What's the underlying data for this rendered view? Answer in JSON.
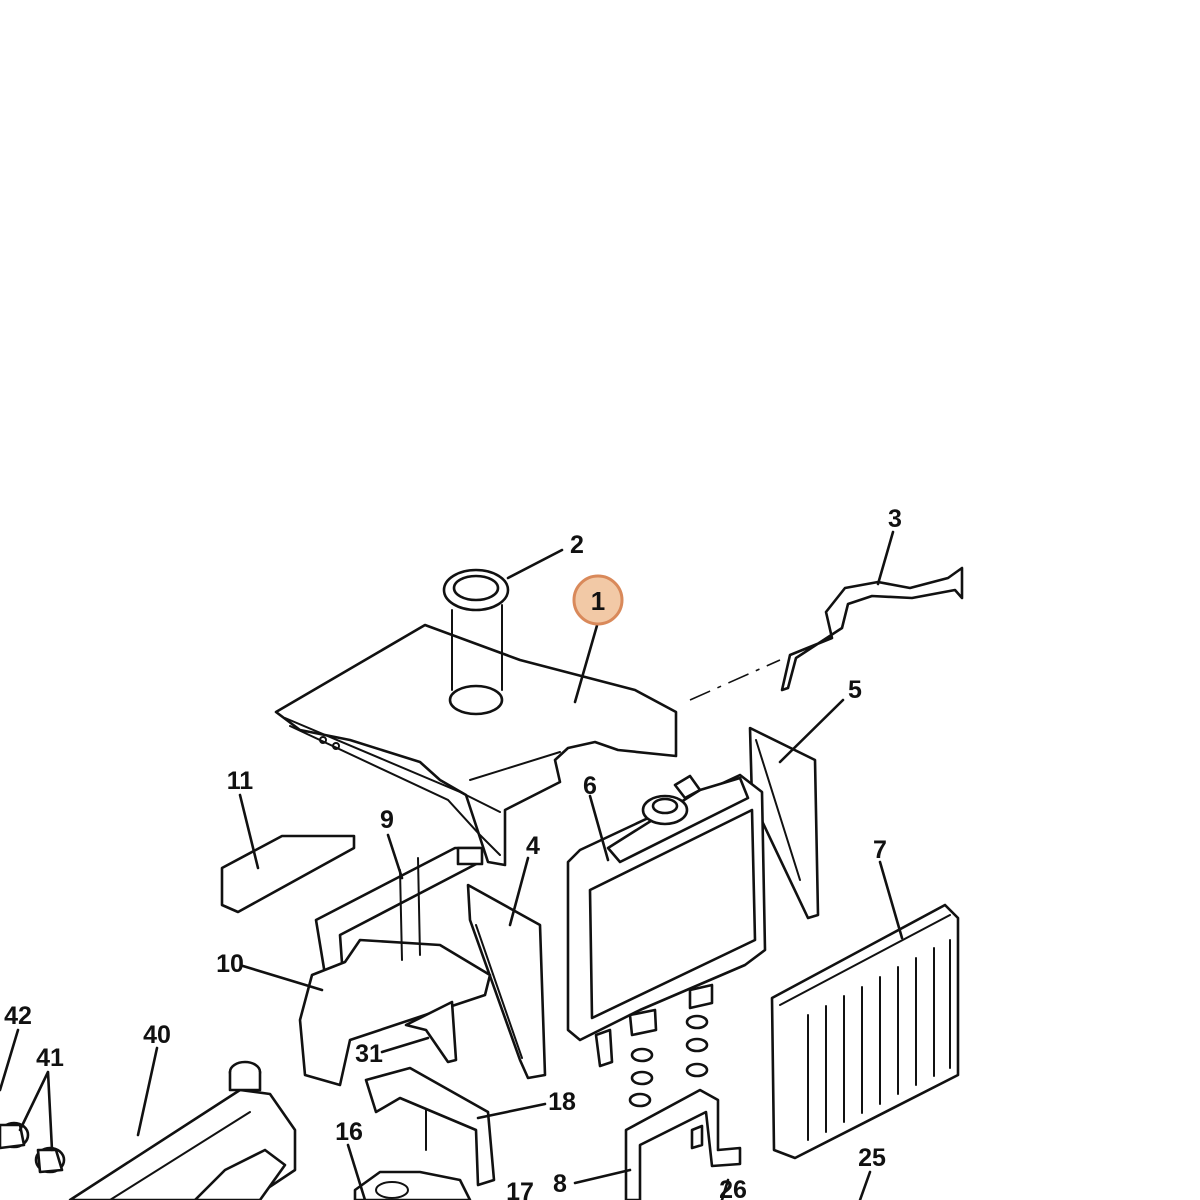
{
  "diagram": {
    "highlight_color": "#f2c9a6",
    "highlight_stroke": "#d9895a",
    "highlighted_callout": "1",
    "callouts": [
      "1",
      "2",
      "3",
      "4",
      "5",
      "6",
      "7",
      "8",
      "9",
      "10",
      "11",
      "16",
      "17",
      "18",
      "25",
      "26",
      "31",
      "40",
      "41",
      "42"
    ]
  }
}
